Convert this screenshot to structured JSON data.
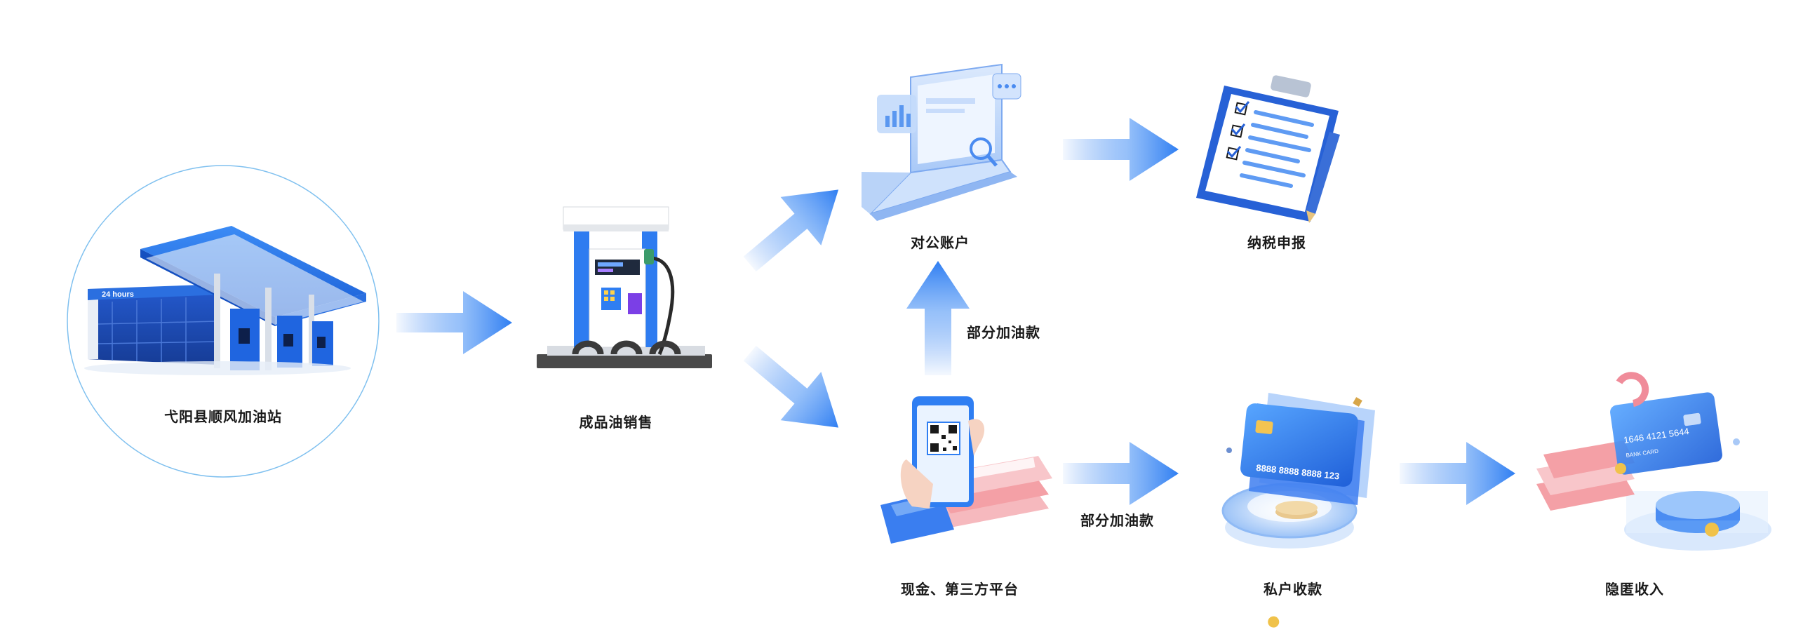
{
  "nodes": {
    "station": {
      "label": "弋阳县顺风加油站",
      "sign": "24 hours"
    },
    "pump": {
      "label": "成品油销售"
    },
    "corporate": {
      "label": "对公账户"
    },
    "tax": {
      "label": "纳税申报"
    },
    "cash": {
      "label": "现金、第三方平台"
    },
    "private": {
      "label": "私户收款",
      "card_number": "8888 8888 8888 123"
    },
    "hidden": {
      "label": "隐匿收入",
      "card_number": "1646 4121 5644",
      "card_brand": "BANK CARD"
    }
  },
  "edges": {
    "cash_to_corporate": {
      "label": "部分加油款"
    },
    "cash_to_private": {
      "label": "部分加油款"
    }
  },
  "colors": {
    "primary": "#2f7ef2",
    "arrow_light": "#e8f1fe",
    "pink": "#f4a0a6",
    "text": "#1a1a1a"
  }
}
